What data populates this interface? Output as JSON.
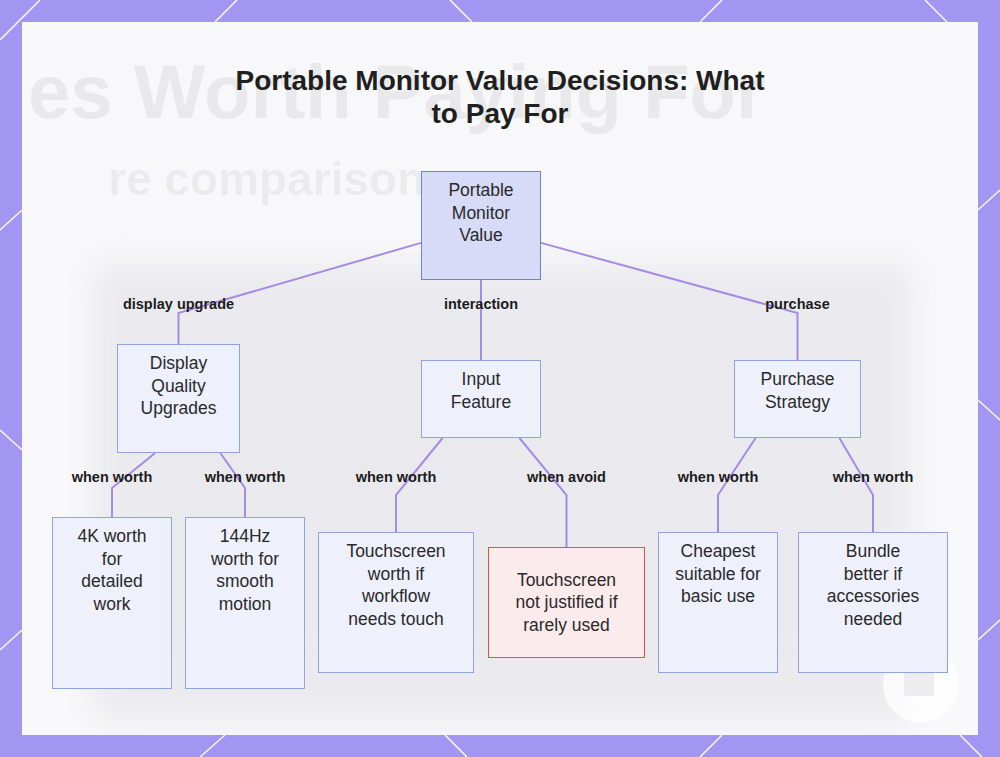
{
  "diagram": {
    "title": "Portable Monitor Value Decisions: What to Pay For",
    "nodes": [
      {
        "text": [
          "Portable Monitor Value"
        ]
      },
      {
        "text": [
          "Display Quality Upgrades"
        ]
      },
      {
        "text": [
          "Input Feature"
        ]
      },
      {
        "text": [
          "Purchase Strategy"
        ]
      },
      {
        "text": [
          "4K worth for detailed work"
        ]
      },
      {
        "text": [
          "144Hz worth for smooth motion"
        ]
      },
      {
        "text": [
          "Touchscreen worth if workflow needs touch"
        ]
      },
      {
        "text": [
          "Touchscreen not justified if rarely used"
        ]
      },
      {
        "text": [
          "Cheapest suitable for basic use"
        ]
      },
      {
        "text": [
          "Bundle better if accessories needed"
        ]
      }
    ],
    "edges": [
      {
        "from": 0,
        "to": 1,
        "arrow": "none",
        "label": "display upgrade"
      },
      {
        "from": 0,
        "to": 2,
        "arrow": "none",
        "label": "interaction"
      },
      {
        "from": 0,
        "to": 3,
        "arrow": "none",
        "label": "purchase"
      },
      {
        "from": 1,
        "to": 4,
        "arrow": "none",
        "label": "when worth"
      },
      {
        "from": 1,
        "to": 5,
        "arrow": "none",
        "label": "when worth"
      },
      {
        "from": 2,
        "to": 6,
        "arrow": "none",
        "label": "when worth"
      },
      {
        "from": 2,
        "to": 7,
        "arrow": "none",
        "label": "when avoid"
      },
      {
        "from": 3,
        "to": 8,
        "arrow": "none",
        "label": "when worth"
      },
      {
        "from": 3,
        "to": 9,
        "arrow": "none",
        "label": "when worth"
      }
    ],
    "labels": [
      "es Worth Paying For",
      "re comparison"
    ]
  }
}
